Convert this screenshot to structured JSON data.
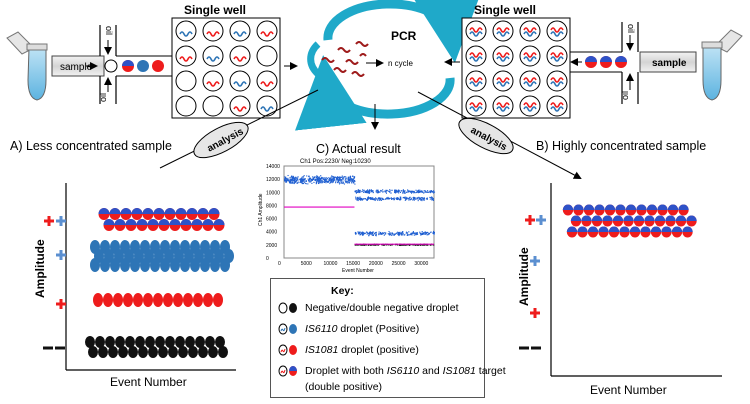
{
  "top": {
    "left_well_title": "Single well",
    "right_well_title": "Single well",
    "sample_label_left": "sample",
    "sample_label_right": "sample",
    "oil_label": "oil",
    "pcr_label": "PCR",
    "cycle_label": "n cycle"
  },
  "sections": {
    "left_title": "A) Less concentrated sample",
    "center_title": "C) Actual result",
    "right_title": "B) Highly concentrated sample",
    "analysis_left": "analysis",
    "analysis_right": "analysis"
  },
  "left_plot": {
    "ylabel": "Amplitude",
    "xlabel": "Event Number",
    "markers": [
      "+ +",
      "+",
      "+",
      "– –"
    ]
  },
  "right_plot": {
    "ylabel": "Amplitude",
    "xlabel": "Event Number",
    "markers": [
      "+ +",
      "+",
      "+",
      "– –"
    ]
  },
  "chart_data": {
    "type": "scatter",
    "title": "Ch1 Pos:2230/ Neg:10230",
    "xlabel": "Event Number",
    "ylabel": "Ch1 Amplitude",
    "x_ticks": [
      "0",
      "5000",
      "10000",
      "15000",
      "20000",
      "25000",
      "30000"
    ],
    "y_ticks": [
      "0",
      "2000",
      "4000",
      "6000",
      "8000",
      "10000",
      "12000",
      "14000"
    ],
    "xlim": [
      0,
      33000
    ],
    "ylim": [
      0,
      14000
    ],
    "threshold_left": 7750,
    "threshold_right": 2100,
    "clusters": [
      {
        "x_range": [
          0,
          15500
        ],
        "y": 12000,
        "spread": 700,
        "color": "#1f5fd1"
      },
      {
        "x_range": [
          15500,
          33000
        ],
        "y": 10200,
        "spread": 300,
        "color": "#1f5fd1"
      },
      {
        "x_range": [
          15500,
          33000
        ],
        "y": 9100,
        "spread": 300,
        "color": "#1f5fd1"
      },
      {
        "x_range": [
          15500,
          33000
        ],
        "y": 3800,
        "spread": 350,
        "color": "#1f5fd1"
      },
      {
        "x_range": [
          15500,
          33000
        ],
        "y": 2100,
        "spread": 120,
        "color": "#1a1a1a"
      }
    ]
  },
  "key": {
    "title": "Key:",
    "rows": [
      {
        "text": "Negative/double negative droplet"
      },
      {
        "italic": "IS6110",
        "text": " droplet (Positive)"
      },
      {
        "italic": "IS1081",
        "text": " droplet (positive)"
      },
      {
        "pre": "Droplet with both ",
        "italic": "IS6110",
        "mid": " and ",
        "italic2": "IS1081",
        "text": " target"
      },
      {
        "text": "(double positive)"
      }
    ]
  },
  "colors": {
    "blue_droplet": "#2e75b6",
    "red_droplet": "#ee1c1c",
    "black_droplet": "#111111",
    "pcr_arrow": "#1fa9c9",
    "threshold": "#e000c0"
  }
}
